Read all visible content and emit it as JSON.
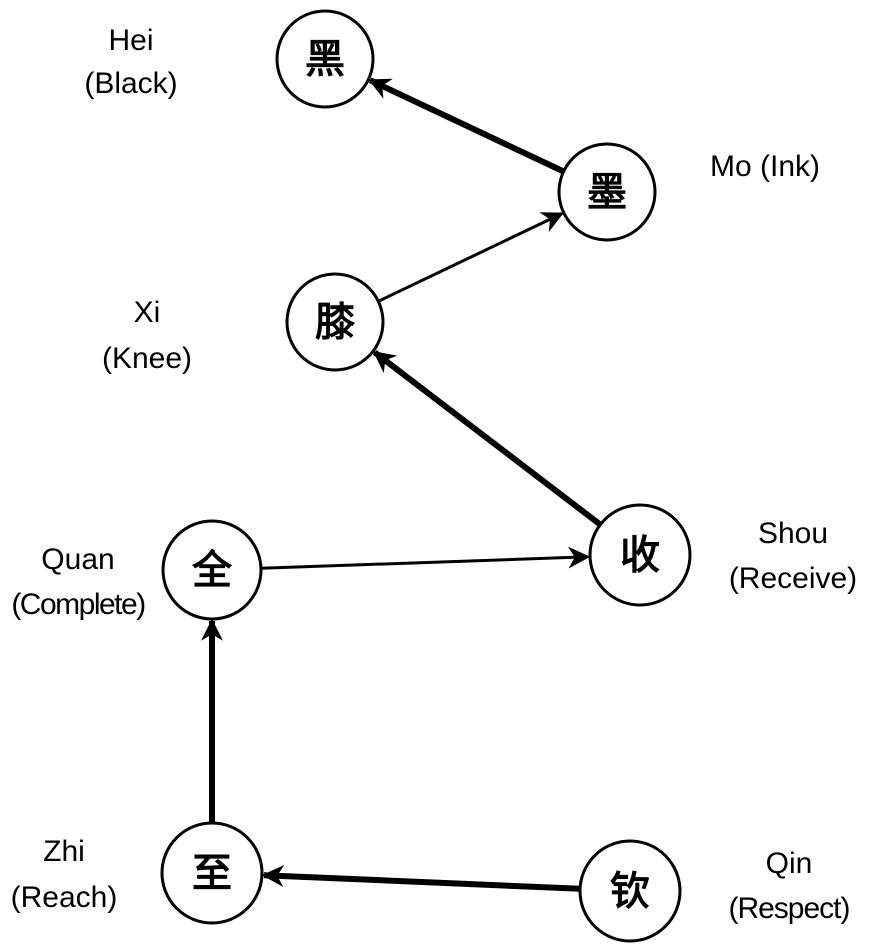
{
  "diagram": {
    "nodes": [
      {
        "id": "hei",
        "char": "黑",
        "name": "Hei",
        "gloss": "(Black)"
      },
      {
        "id": "mo",
        "char": "墨",
        "name": "Mo (Ink)",
        "gloss": ""
      },
      {
        "id": "xi",
        "char": "膝",
        "name": "Xi",
        "gloss": "(Knee)"
      },
      {
        "id": "shou",
        "char": "收",
        "name": "Shou",
        "gloss": "(Receive)"
      },
      {
        "id": "quan",
        "char": "全",
        "name": "Quan",
        "gloss": "(Complete)"
      },
      {
        "id": "zhi",
        "char": "至",
        "name": "Zhi",
        "gloss": "(Reach)"
      },
      {
        "id": "qin",
        "char": "钦",
        "name": "Qin",
        "gloss": "(Respect)"
      }
    ],
    "edges": [
      {
        "from": "qin",
        "to": "zhi",
        "weight": "thick"
      },
      {
        "from": "zhi",
        "to": "quan",
        "weight": "thick"
      },
      {
        "from": "quan",
        "to": "shou",
        "weight": "thin"
      },
      {
        "from": "shou",
        "to": "xi",
        "weight": "thick"
      },
      {
        "from": "xi",
        "to": "mo",
        "weight": "thin"
      },
      {
        "from": "mo",
        "to": "hei",
        "weight": "thick"
      }
    ],
    "colors": {
      "ink": "#000000",
      "background": "#ffffff"
    }
  }
}
